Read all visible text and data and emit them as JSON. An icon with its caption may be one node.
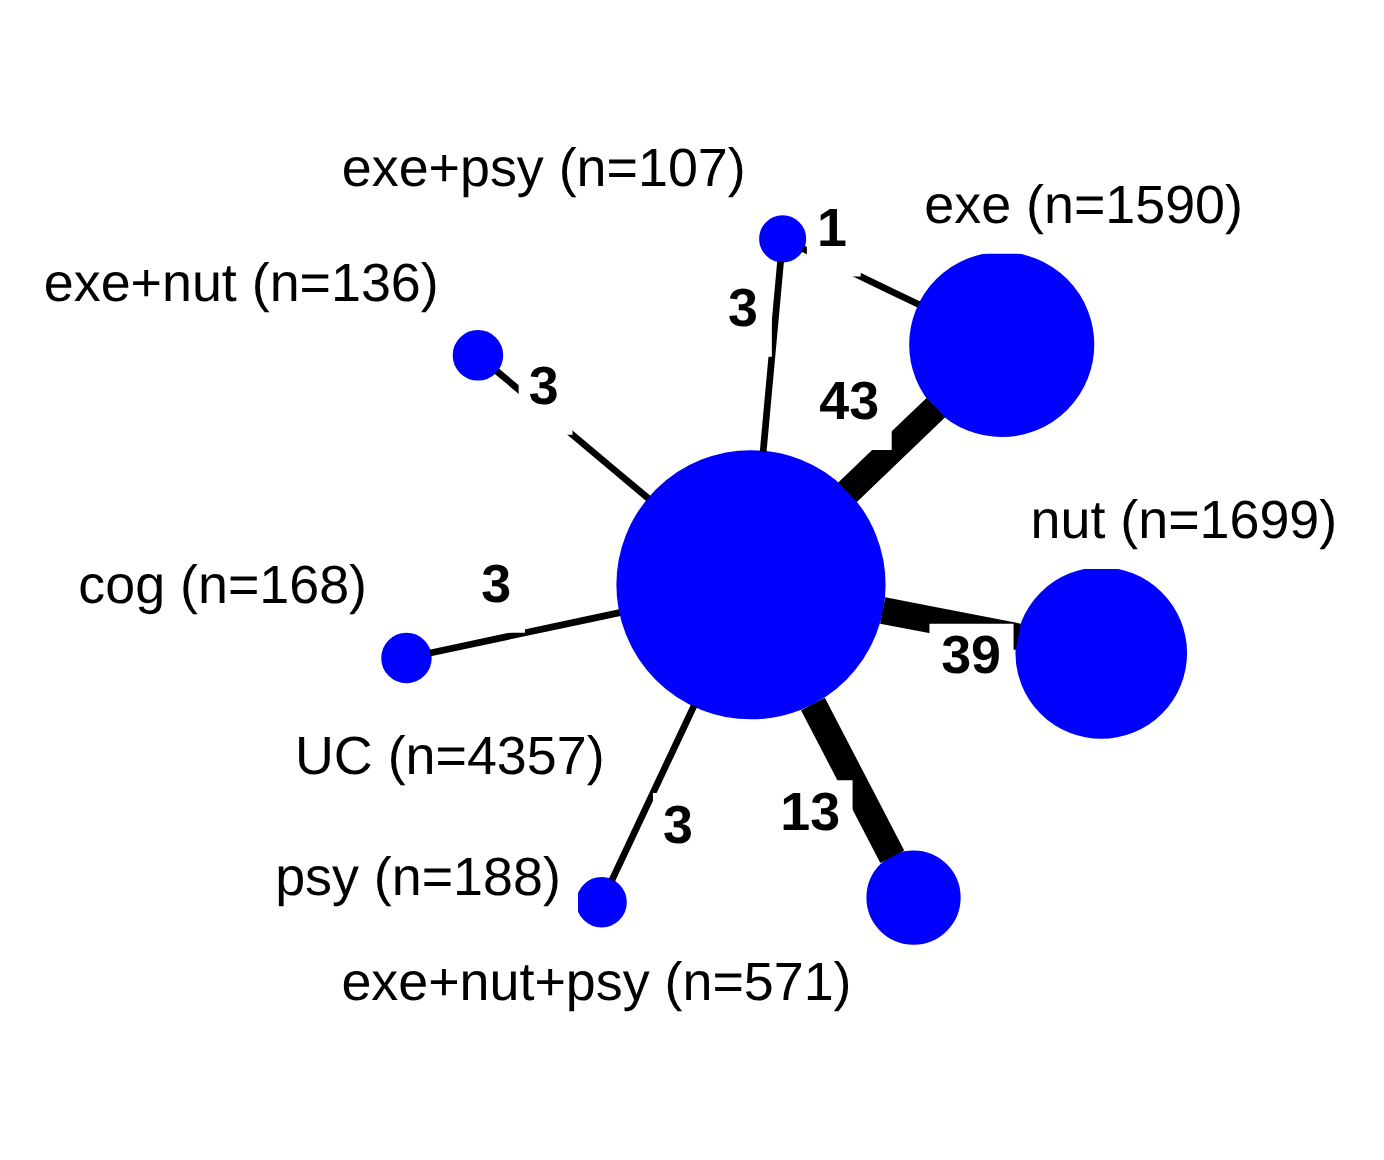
{
  "diagram": {
    "nodes": [
      {
        "text": [
          "cog (n=168)"
        ]
      },
      {
        "text": [
          "exe (n=1590)"
        ]
      },
      {
        "text": [
          "UC (n=4357)"
        ]
      },
      {
        "text": [
          "exe+psy (n=107)"
        ]
      },
      {
        "text": [
          "nut (n=1699)"
        ]
      },
      {
        "text": [
          "exe+nut (n=136)"
        ]
      },
      {
        "text": [
          "psy (n=188)"
        ]
      },
      {
        "text": [
          "exe+nut+psy (n=571)"
        ]
      }
    ],
    "edges": [
      {
        "from": 1,
        "to": 2,
        "arrow": "none",
        "label": "43",
        "style": "thick"
      },
      {
        "from": 0,
        "to": 2,
        "arrow": "none",
        "label": "3"
      },
      {
        "from": 1,
        "to": 3,
        "arrow": "none",
        "label": "1"
      },
      {
        "from": 3,
        "to": 2,
        "arrow": "none",
        "label": "3"
      },
      {
        "from": 5,
        "to": 2,
        "arrow": "none",
        "label": "3"
      },
      {
        "from": 7,
        "to": 2,
        "arrow": "none",
        "label": "13",
        "style": "thick"
      },
      {
        "from": 6,
        "to": 2,
        "arrow": "none",
        "label": "3"
      },
      {
        "from": 4,
        "to": 2,
        "arrow": "none",
        "label": "39",
        "style": "thick"
      }
    ]
  }
}
